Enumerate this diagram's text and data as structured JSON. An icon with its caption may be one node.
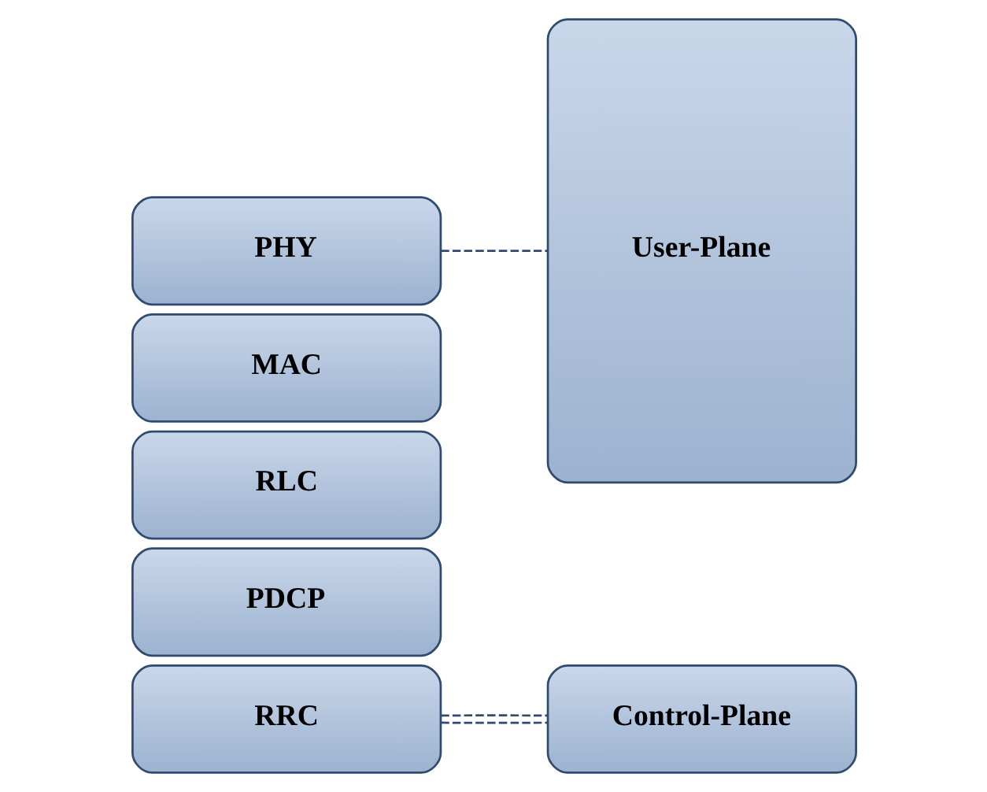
{
  "diagram": {
    "nodes": [
      {
        "text": [
          "RRC"
        ]
      },
      {
        "text": [
          "PDCP"
        ]
      },
      {
        "text": [
          "RLC"
        ]
      },
      {
        "text": [
          "MAC"
        ]
      },
      {
        "text": [
          "PHY"
        ]
      },
      {
        "text": [
          "Control-Plane"
        ]
      },
      {
        "text": [
          "User-Plane"
        ]
      }
    ],
    "edges": [
      {
        "from": 0,
        "to": 5,
        "arrow": "none",
        "style": "dashed"
      },
      {
        "from": 0,
        "to": 5,
        "arrow": "none",
        "style": "dashed"
      },
      {
        "from": 4,
        "to": 6,
        "arrow": "none",
        "style": "dashed"
      }
    ]
  }
}
